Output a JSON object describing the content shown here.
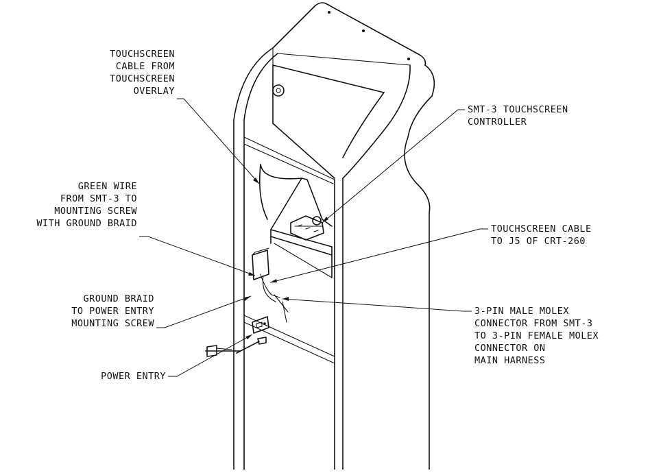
{
  "callouts": {
    "touchscreen_cable": [
      "TOUCHSCREEN",
      "CABLE FROM",
      "TOUCHSCREEN",
      "OVERLAY"
    ],
    "smt3_controller": [
      "SMT-3 TOUCHSCREEN",
      "CONTROLLER"
    ],
    "green_wire": [
      "GREEN WIRE",
      "FROM SMT-3 TO",
      "MOUNTING SCREW",
      "WITH GROUND BRAID"
    ],
    "cable_j5": [
      "TOUCHSCREEN CABLE",
      "TO J5 OF CRT-260"
    ],
    "ground_braid": [
      "GROUND BRAID",
      "TO POWER ENTRY",
      "MOUNTING SCREW"
    ],
    "molex": [
      "3-PIN MALE MOLEX",
      "CONNECTOR FROM SMT-3",
      "TO 3-PIN FEMALE MOLEX",
      "CONNECTOR ON",
      "MAIN HARNESS"
    ],
    "power_entry": [
      "POWER ENTRY"
    ]
  }
}
